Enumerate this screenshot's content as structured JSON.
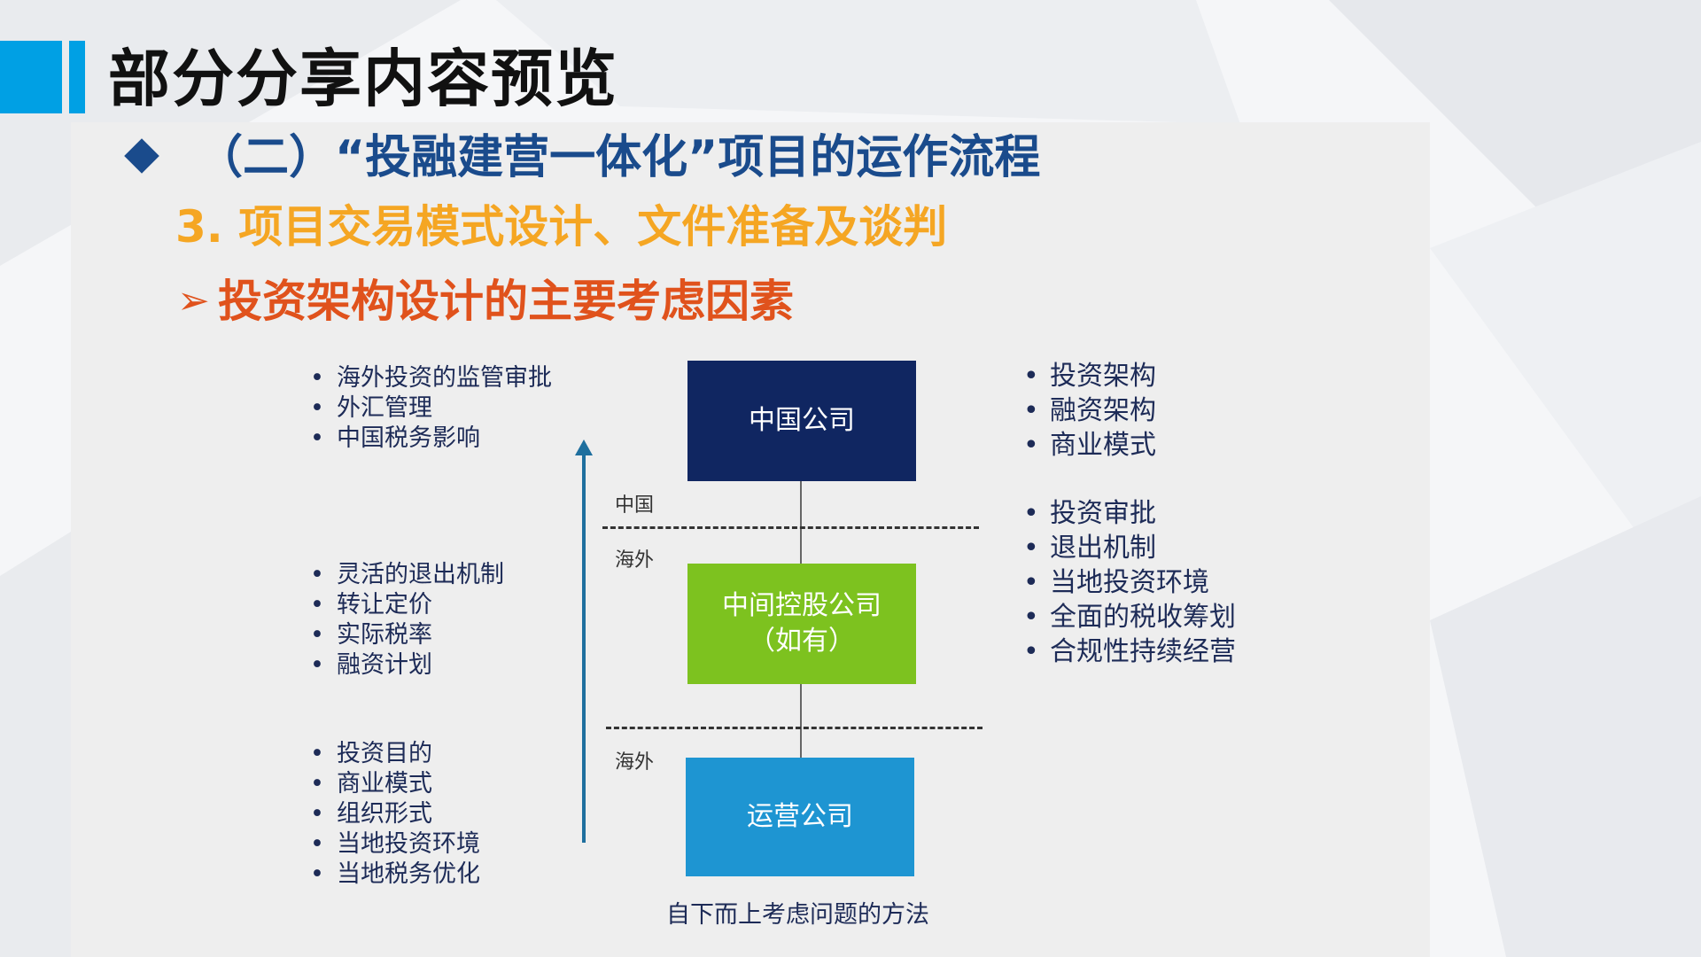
{
  "title": "部分分享内容预览",
  "heading1": "（二）“投融建营一体化”项目的运作流程",
  "heading2": "3. 项目交易模式设计、文件准备及谈判",
  "heading3_arrow": "➢",
  "heading3": "投资架构设计的主要考虑因素",
  "diagram": {
    "boxes": {
      "china_company": "中国公司",
      "holding_company_line1": "中间控股公司",
      "holding_company_line2": "（如有）",
      "operating_company": "运营公司"
    },
    "labels": {
      "china": "中国",
      "overseas_upper": "海外",
      "overseas_lower": "海外"
    },
    "caption": "自下而上考虑问题的方法",
    "left_groups": [
      [
        "海外投资的监管审批",
        "外汇管理",
        "中国税务影响"
      ],
      [
        "灵活的退出机制",
        "转让定价",
        "实际税率",
        "融资计划"
      ],
      [
        "投资目的",
        "商业模式",
        "组织形式",
        "当地投资环境",
        "当地税务优化"
      ]
    ],
    "right_groups": [
      [
        "投资架构",
        "融资架构",
        "商业模式"
      ],
      [
        "投资审批",
        "退出机制",
        "当地投资环境",
        "全面的税收筹划",
        "合规性持续经营"
      ]
    ]
  },
  "colors": {
    "accent_blue": "#00a0e4",
    "heading_blue": "#1a4b8c",
    "heading_orange": "#f5a623",
    "heading_red": "#e0521c",
    "box_navy": "#102661",
    "box_green": "#7dc21f",
    "box_blue": "#1e95d2"
  }
}
